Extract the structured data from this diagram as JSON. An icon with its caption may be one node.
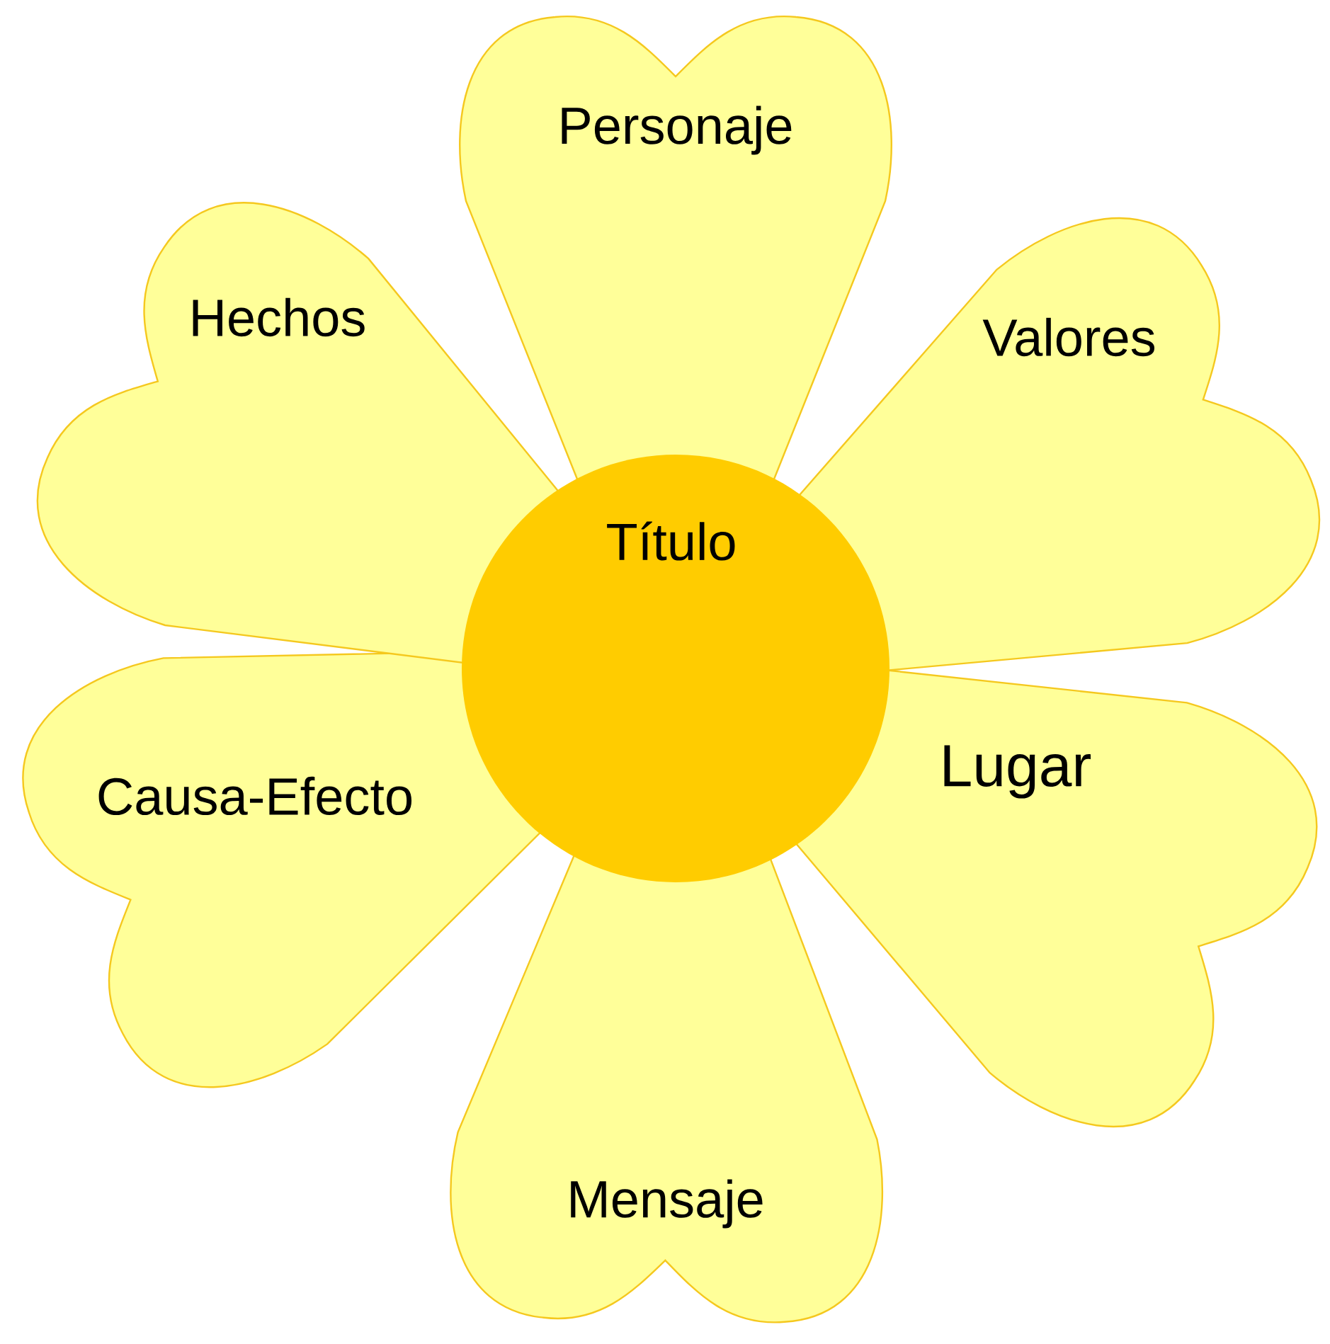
{
  "diagram": {
    "nodes": [
      {
        "text": [
          "Título"
        ]
      },
      {
        "text": [
          "Personaje"
        ]
      },
      {
        "text": [
          "Valores"
        ]
      },
      {
        "text": [
          "Lugar"
        ]
      },
      {
        "text": [
          "Mensaje"
        ]
      },
      {
        "text": [
          "Causa-Efecto"
        ]
      },
      {
        "text": [
          "Hechos"
        ]
      }
    ]
  }
}
